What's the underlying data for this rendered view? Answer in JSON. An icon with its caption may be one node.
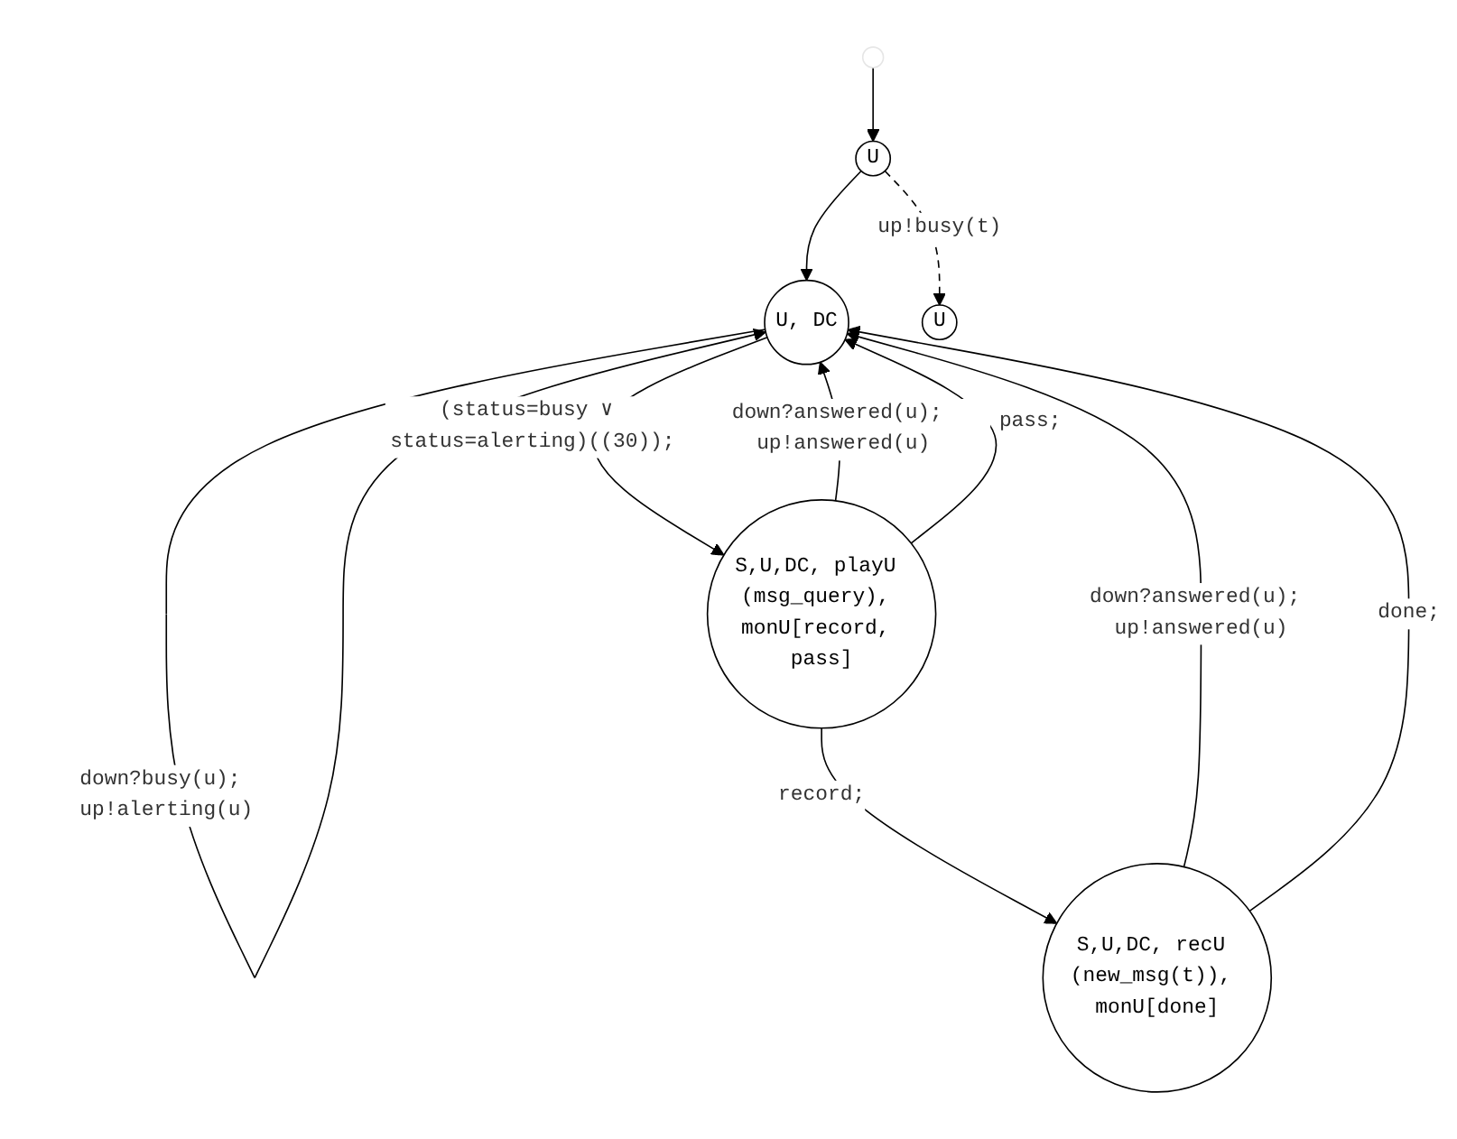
{
  "diagram": {
    "nodes": [
      {
        "text": [],
        "shape": "circle"
      },
      {
        "text": [
          "U"
        ]
      },
      {
        "text": [
          "U, DC"
        ]
      },
      {
        "text": [
          "U"
        ]
      },
      {
        "text": [
          "S,U,DC, recU (new_msg(t)), monU[done]"
        ]
      },
      {
        "text": [
          "S,U,DC, playU (msg_query), monU[record, pass]"
        ]
      }
    ],
    "edges": [
      {
        "from": 0,
        "to": 1,
        "arrow": "to"
      },
      {
        "from": 1,
        "to": 2,
        "arrow": "to"
      },
      {
        "from": 1,
        "to": 3,
        "arrow": "to",
        "style": "dashed",
        "label": "up!busy(t)"
      },
      {
        "from": 2,
        "to": 2,
        "arrow": "to",
        "label": "down?busy(u); up!alerting(u)"
      },
      {
        "from": 2,
        "to": 5,
        "arrow": "to",
        "label": "(status=busy ∨ status=alerting)((30));"
      },
      {
        "from": 4,
        "to": 2,
        "arrow": "to",
        "label": "down?answered(u); up!answered(u)"
      },
      {
        "from": 4,
        "to": 2,
        "arrow": "to",
        "label": "done;"
      },
      {
        "from": 5,
        "to": 2,
        "arrow": "to",
        "label": "down?answered(u); up!answered(u)"
      },
      {
        "from": 5,
        "to": 2,
        "arrow": "to",
        "label": "pass;"
      },
      {
        "from": 5,
        "to": 4,
        "arrow": "to",
        "label": "record;"
      }
    ]
  }
}
